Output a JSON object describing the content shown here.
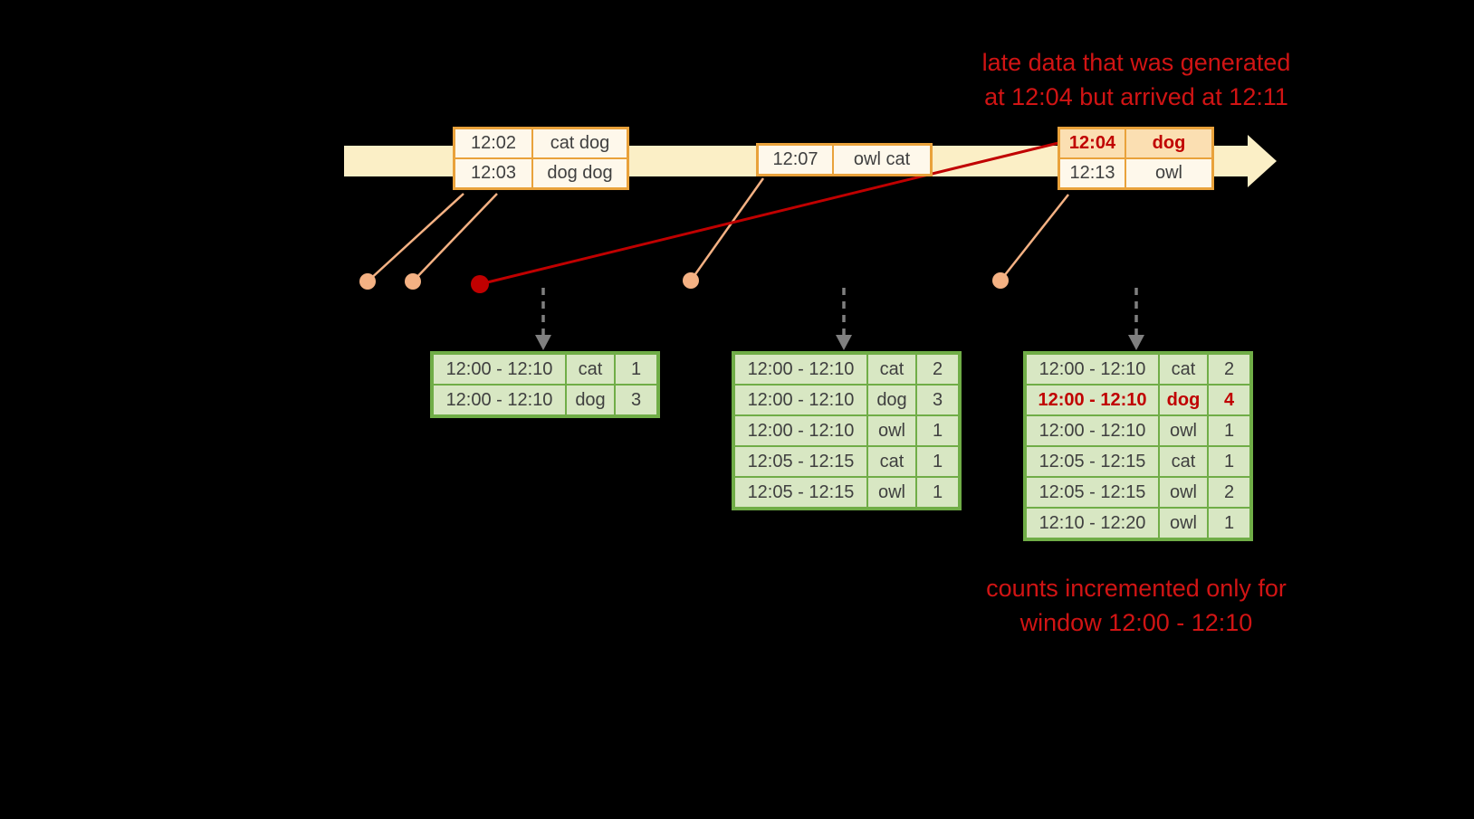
{
  "colors": {
    "background": "#000000",
    "timeline_fill": "#FBEFC6",
    "event_border": "#E9A23B",
    "event_cell_bg": "#FEF8EB",
    "late_event_cell_bg": "#FBDFB2",
    "result_border": "#70AD47",
    "result_cell_bg": "#D8E7C3",
    "accent_red": "#C00000",
    "annotation_red": "#D11414",
    "dot_orange": "#F4B183",
    "dashed_arrow_gray": "#7F7F7F",
    "table_text": "#3F3F3F"
  },
  "annotations": {
    "late_data": [
      "late data that was generated",
      "at 12:04 but arrived at 12:11"
    ],
    "counts": [
      "counts incremented only for",
      "window 12:00 - 12:10"
    ]
  },
  "event_tables": [
    {
      "rows": [
        {
          "time": "12:02",
          "words": "cat dog"
        },
        {
          "time": "12:03",
          "words": "dog dog"
        }
      ]
    },
    {
      "rows": [
        {
          "time": "12:07",
          "words": "owl cat"
        }
      ]
    },
    {
      "rows": [
        {
          "time": "12:04",
          "words": "dog"
        },
        {
          "time": "12:13",
          "words": "owl"
        }
      ]
    }
  ],
  "result_tables": [
    {
      "rows": [
        {
          "window": "12:00 - 12:10",
          "word": "cat",
          "count": "1"
        },
        {
          "window": "12:00 - 12:10",
          "word": "dog",
          "count": "3"
        }
      ]
    },
    {
      "rows": [
        {
          "window": "12:00 - 12:10",
          "word": "cat",
          "count": "2"
        },
        {
          "window": "12:00 - 12:10",
          "word": "dog",
          "count": "3"
        },
        {
          "window": "12:00 - 12:10",
          "word": "owl",
          "count": "1"
        },
        {
          "window": "12:05 - 12:15",
          "word": "cat",
          "count": "1"
        },
        {
          "window": "12:05 - 12:15",
          "word": "owl",
          "count": "1"
        }
      ]
    },
    {
      "rows": [
        {
          "window": "12:00 - 12:10",
          "word": "cat",
          "count": "2"
        },
        {
          "window": "12:00 - 12:10",
          "word": "dog",
          "count": "4"
        },
        {
          "window": "12:00 - 12:10",
          "word": "owl",
          "count": "1"
        },
        {
          "window": "12:05 - 12:15",
          "word": "cat",
          "count": "1"
        },
        {
          "window": "12:05 - 12:15",
          "word": "owl",
          "count": "2"
        },
        {
          "window": "12:10 - 12:20",
          "word": "owl",
          "count": "1"
        }
      ]
    }
  ]
}
